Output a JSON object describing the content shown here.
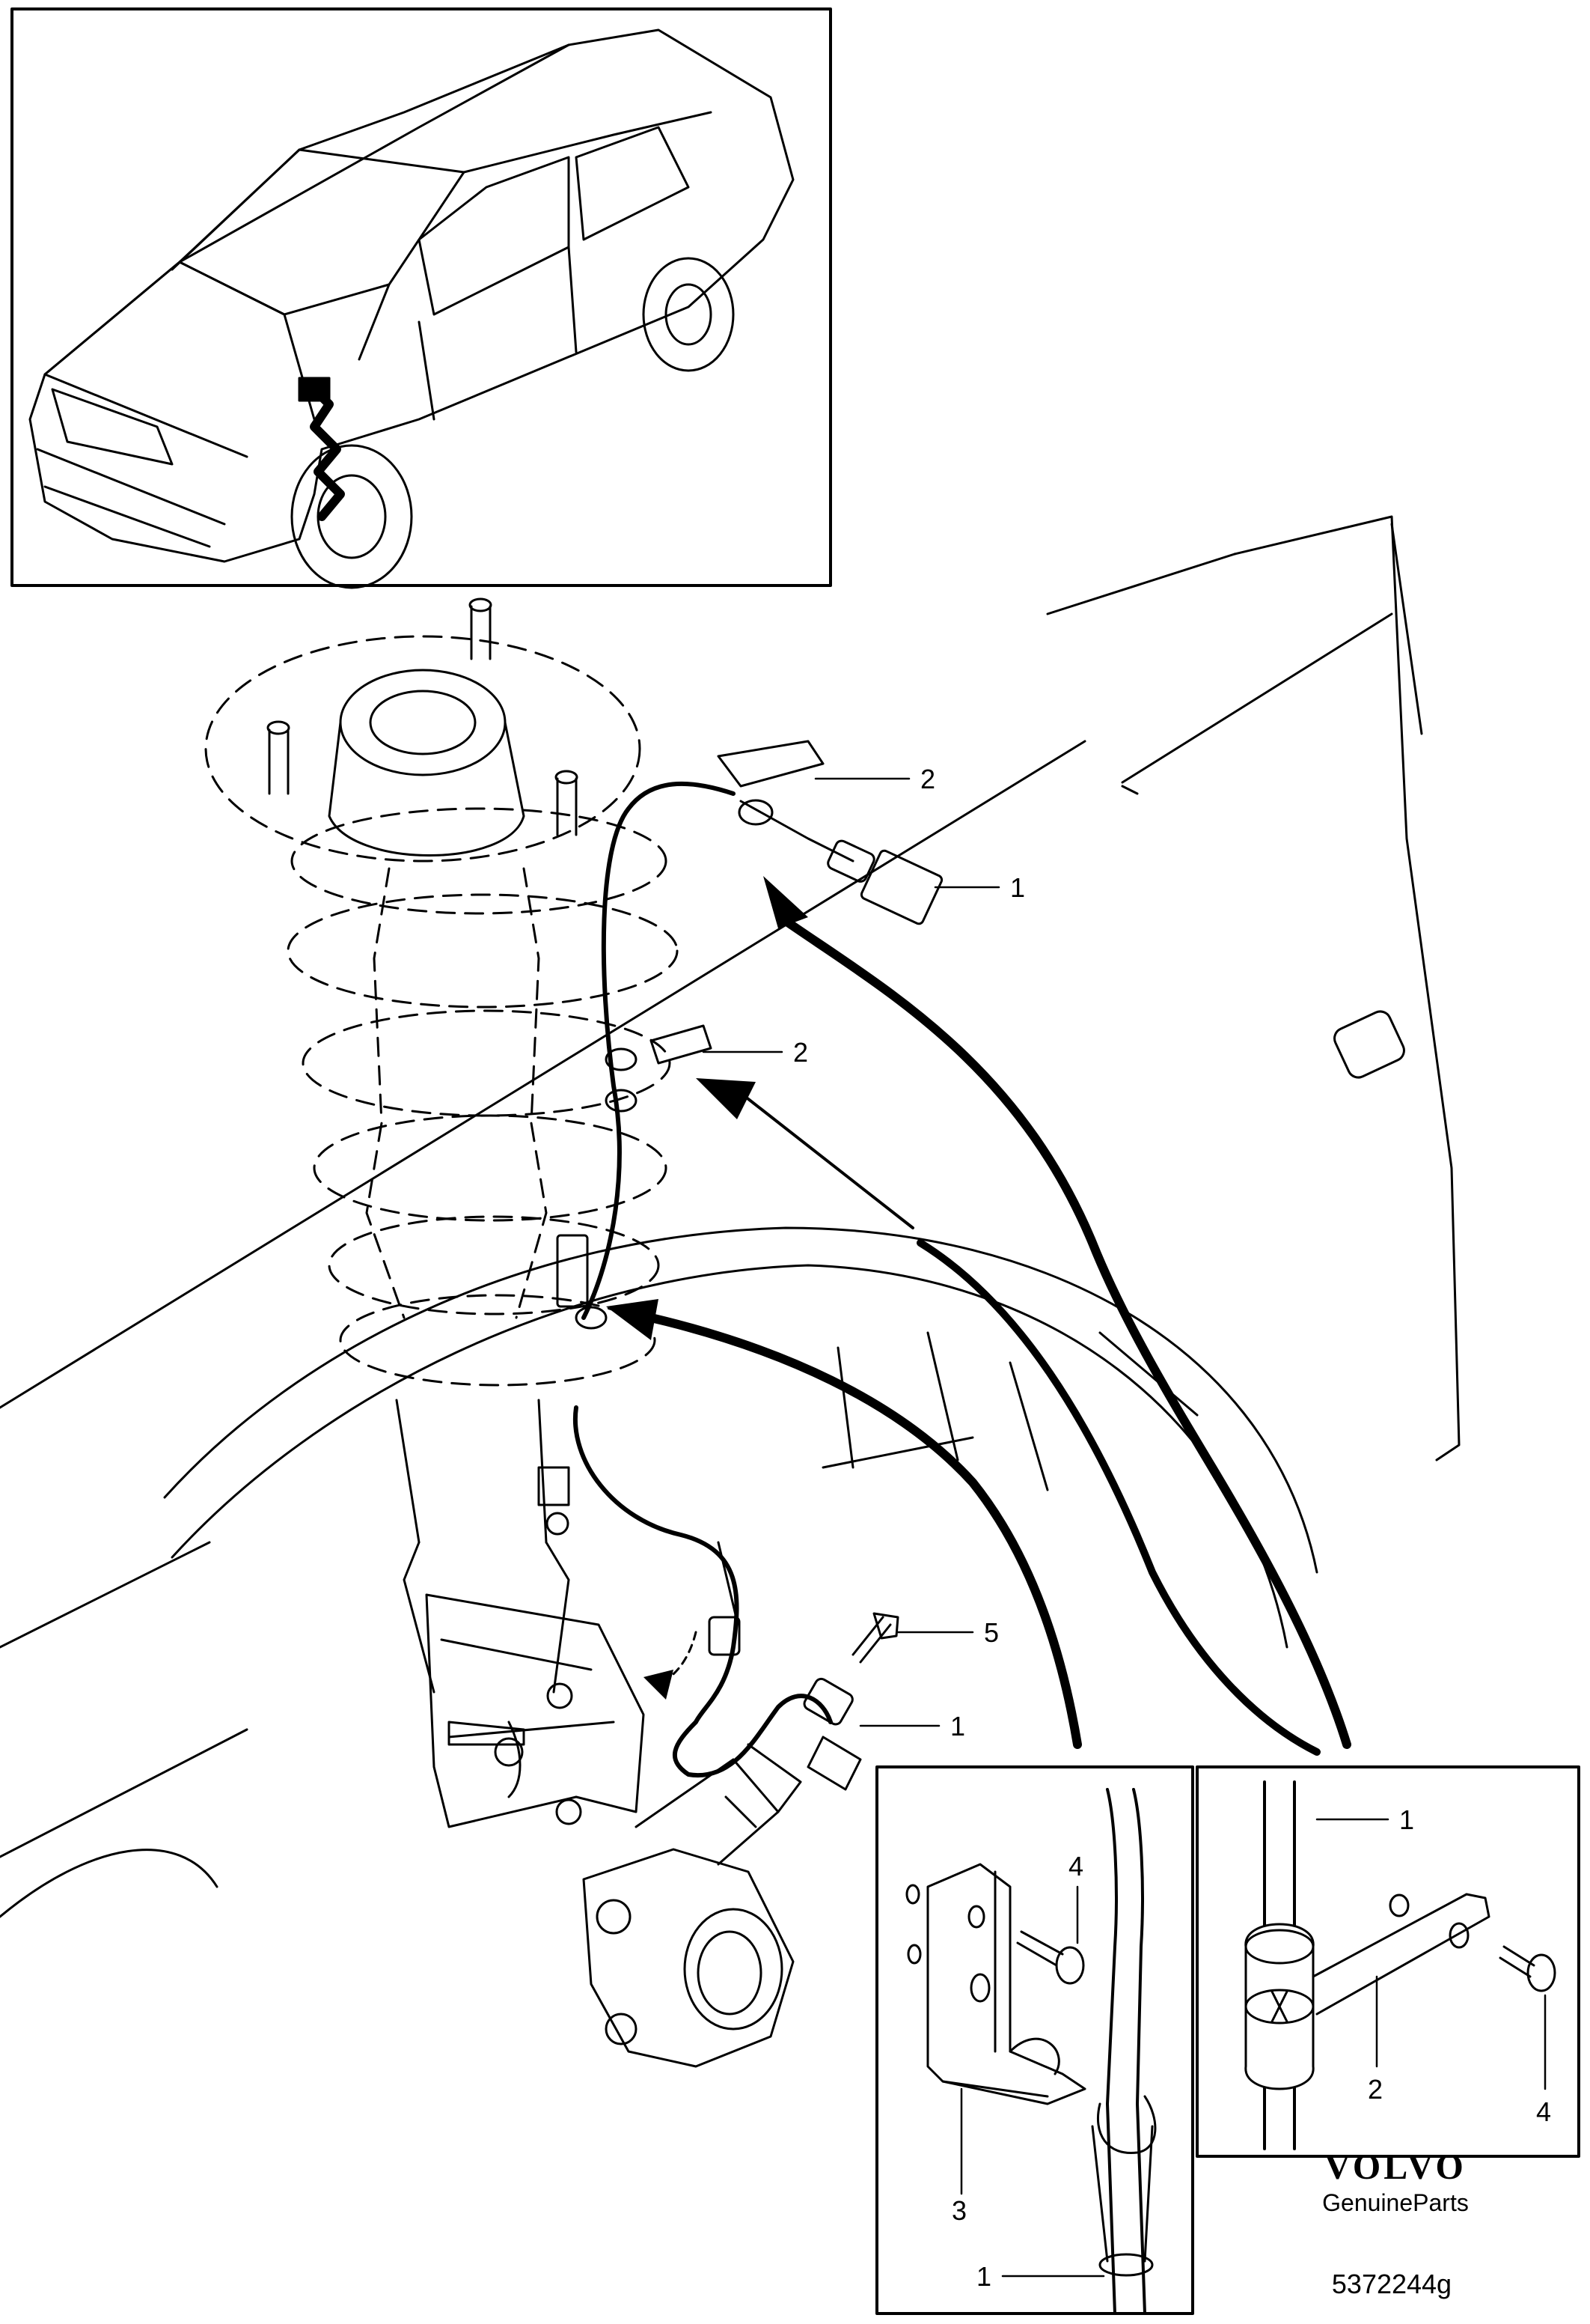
{
  "callouts": {
    "top_right_2": "2",
    "connector_1": "1",
    "mid_2": "2",
    "bolt_5": "5",
    "sensor_1": "1",
    "inset_left_4": "4",
    "inset_left_3": "3",
    "inset_left_1": "1",
    "inset_right_1": "1",
    "inset_right_2": "2",
    "inset_right_4": "4"
  },
  "brand": {
    "name": "VOLVO",
    "subtitle": "GenuineParts",
    "drawing_number": "5372244g"
  },
  "colors": {
    "line": "#000000",
    "background": "#ffffff"
  }
}
